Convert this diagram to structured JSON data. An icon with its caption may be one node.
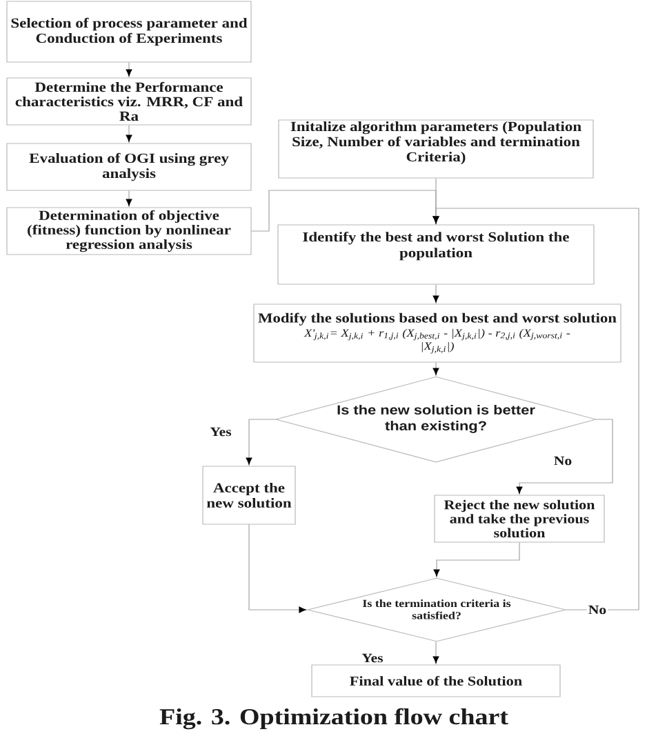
{
  "diagram": {
    "caption": "Fig. 3. Optimization flow chart",
    "nodes": [
      {
        "text": [
          "Selection of process parameter and Conduction of Experiments"
        ]
      },
      {
        "text": [
          "Determine the Performance characteristics viz. MRR, CF and Ra"
        ]
      },
      {
        "text": [
          "Evaluation of OGI using grey analysis"
        ]
      },
      {
        "text": [
          "Determination of objective (fitness) function by nonlinear regression analysis"
        ]
      },
      {
        "text": [
          "Initalize algorithm parameters (Population Size, Number of variables and termination Criteria)"
        ]
      },
      {
        "text": [
          "Identify the best and worst Solution the population"
        ]
      },
      {
        "text": [
          "Modify the solutions based on best and worst solution",
          "X'$_{j,k,i}$= X$_{j,k,i}$ + r$_{1,j,i}$ (X$_{j,best,i}$ - |X$_{j,k,i}$|) - r$_{2,j,i}$ (X$_{j,worst,i}$ - |X$_{j,k,i}$|)"
        ]
      },
      {
        "text": [
          "Is the new solution is better than existing?"
        ]
      },
      {
        "text": [
          "Accept the new solution"
        ]
      },
      {
        "text": [
          "Reject the new solution and take the previous solution"
        ]
      },
      {
        "text": [
          "Is the termination criteria is satisfied?"
        ]
      },
      {
        "text": [
          "Final value of the Solution"
        ]
      }
    ],
    "edges": [
      {
        "from": 0,
        "to": 1,
        "arrow": "to"
      },
      {
        "from": 1,
        "to": 2,
        "arrow": "to"
      },
      {
        "from": 2,
        "to": 3,
        "arrow": "to"
      },
      {
        "from": 3,
        "to": 5,
        "arrow": "to"
      },
      {
        "from": 4,
        "to": 5,
        "arrow": "to"
      },
      {
        "from": 10,
        "to": 5,
        "arrow": "to",
        "label": "No"
      },
      {
        "from": 5,
        "to": 6,
        "arrow": "to"
      },
      {
        "from": 6,
        "to": 7,
        "arrow": "to"
      },
      {
        "from": 7,
        "to": 8,
        "arrow": "to",
        "label": "Yes"
      },
      {
        "from": 7,
        "to": 9,
        "arrow": "to",
        "label": "No"
      },
      {
        "from": 8,
        "to": 10,
        "arrow": "to"
      },
      {
        "from": 9,
        "to": 10,
        "arrow": "to"
      },
      {
        "from": 10,
        "to": 11,
        "arrow": "to",
        "label": "Yes"
      }
    ]
  }
}
